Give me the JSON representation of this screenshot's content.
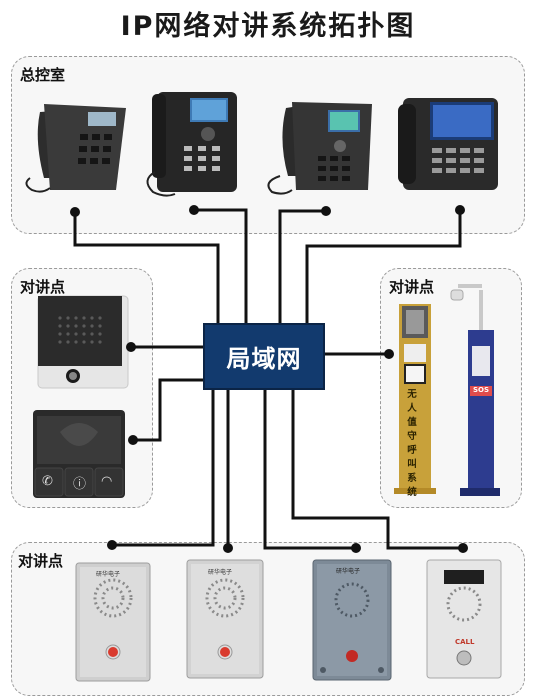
{
  "title": "IP网络对讲系统拓扑图",
  "hub": {
    "label": "局域网"
  },
  "zones": {
    "control_room": {
      "label": "总控室"
    },
    "left": {
      "label": "对讲点"
    },
    "right": {
      "label": "对讲点"
    },
    "bottom": {
      "label": "对讲点"
    }
  },
  "devices": {
    "kiosk_text": "无人值守呼叫系统",
    "pole_sign": "SOS",
    "panel_brand": "研华电子",
    "panel_call": "CALL"
  },
  "icons": [
    "phone-icon",
    "info-icon",
    "wifi-icon"
  ],
  "colors": {
    "hub": "#123a6e",
    "line": "#111111",
    "zone_border": "#9a9a9a"
  }
}
